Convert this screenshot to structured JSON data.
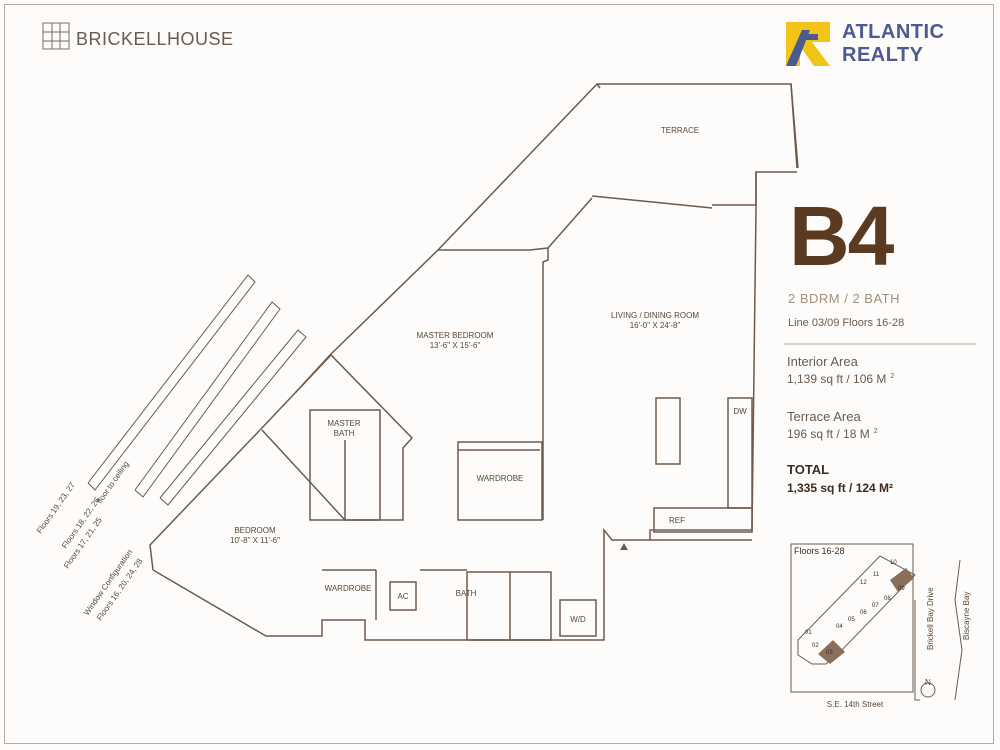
{
  "header": {
    "brand": "BRICKELLHOUSE",
    "realty_line1": "ATLANTIC",
    "realty_line2": "REALTY"
  },
  "unit": {
    "name": "B4",
    "beds_baths": "2 BDRM  / 2 BATH",
    "line_floors": "Line 03/09  Floors 16-28",
    "interior_label": "Interior Area",
    "interior_value": "1,139 sq ft / 106 M",
    "terrace_label": "Terrace Area",
    "terrace_value": "196 sq ft / 18 M",
    "sup": "2",
    "total_label": "TOTAL",
    "total_value": "1,335 sq ft / 124 M²"
  },
  "rooms": {
    "terrace": "TERRACE",
    "living_name": "LIVING  / DINING ROOM",
    "living_dims": "16'-0\" X 24'-8\"",
    "master_name": "MASTER BEDROOM",
    "master_dims": "13'-6\" X 15'-6\"",
    "master_bath_1": "MASTER",
    "master_bath_2": "BATH",
    "wardrobe": "WARDROBE",
    "bedroom_name": "BEDROOM",
    "bedroom_dims": "10'-8\" X 11'-6\"",
    "wardrobe2": "WARDROBE",
    "ac": "AC",
    "bath": "BATH",
    "wd": "W/D",
    "ref": "REF",
    "dw": "DW"
  },
  "windows": {
    "w1": "Floors 19, 23, 27",
    "w2": "Floors 18, 22, 26",
    "w3": "floor to ceiling",
    "w4": "Floors 17, 21, 25",
    "w5": "Window Configuration",
    "w6": "Floors 16, 20, 24, 28"
  },
  "keyplan": {
    "title": "Floors 16-28",
    "street1": "Brickell Bay Drive",
    "street2": "Biscayne Bay",
    "street3": "S.E. 14th Street",
    "north": "N",
    "units": [
      "01",
      "02",
      "03",
      "04",
      "05",
      "06",
      "07",
      "08",
      "09",
      "10",
      "11",
      "12"
    ]
  },
  "colors": {
    "wall": "#6e5a4c",
    "accent_brown": "#5b3a22",
    "realty_blue": "#4b5b8f",
    "realty_yellow": "#f2c418",
    "highlight_unit": "#8a6f5c"
  }
}
